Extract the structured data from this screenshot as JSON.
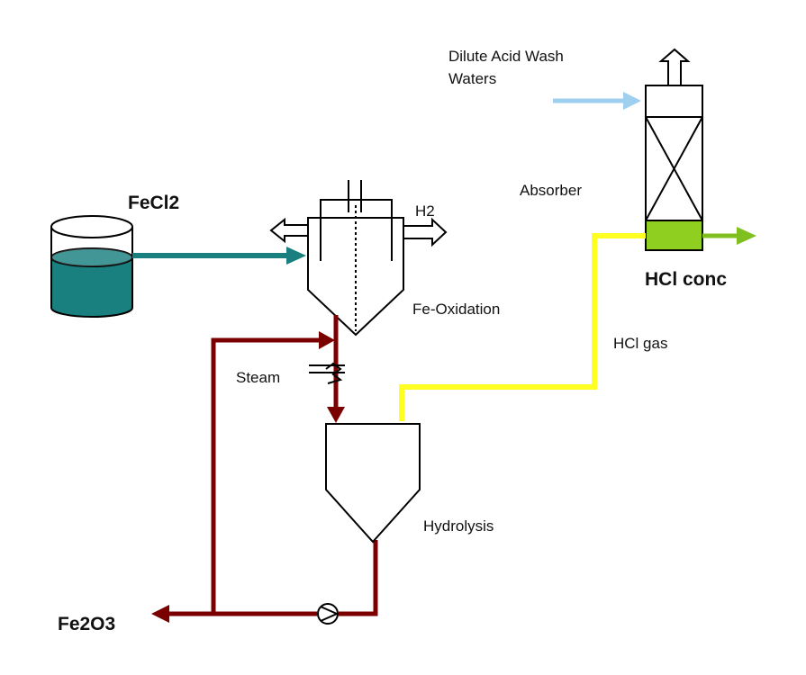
{
  "labels": {
    "dilute_acid_line1": "Dilute Acid Wash",
    "dilute_acid_line2": "Waters",
    "absorber": "Absorber",
    "fecl2": "FeCl2",
    "h2": "H2",
    "hcl_conc": "HCl conc",
    "fe_oxidation": "Fe-Oxidation",
    "hcl_gas": "HCl gas",
    "steam": "Steam",
    "hydrolysis": "Hydrolysis",
    "fe2o3": "Fe2O3"
  },
  "colors": {
    "fecl2_stream": "#1a7f7f",
    "tank_liquid": "#1a7f7f",
    "iron_loop": "#7a0000",
    "hcl_gas_stream": "#ffff22",
    "hcl_conc_stream": "#7fbf1f",
    "absorber_bottom": "#8fcf1f",
    "wash_water_stream": "#9fcfef",
    "outline": "#000000"
  }
}
